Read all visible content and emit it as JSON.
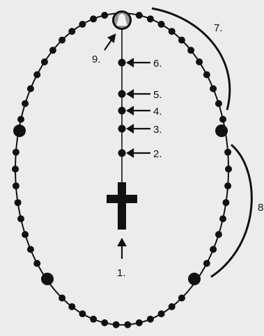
{
  "diagram": {
    "labels": {
      "one": "1.",
      "two": "2.",
      "three": "3.",
      "four": "4.",
      "five": "5.",
      "six": "6.",
      "seven": "7.",
      "eight": "8",
      "nine": "9."
    },
    "colors": {
      "background": "#ececec",
      "bead": "#111111",
      "medal": "#8a8a8a"
    },
    "elements": {
      "cross": "crucifix-icon",
      "medal": "centerpiece-medal-icon"
    }
  }
}
